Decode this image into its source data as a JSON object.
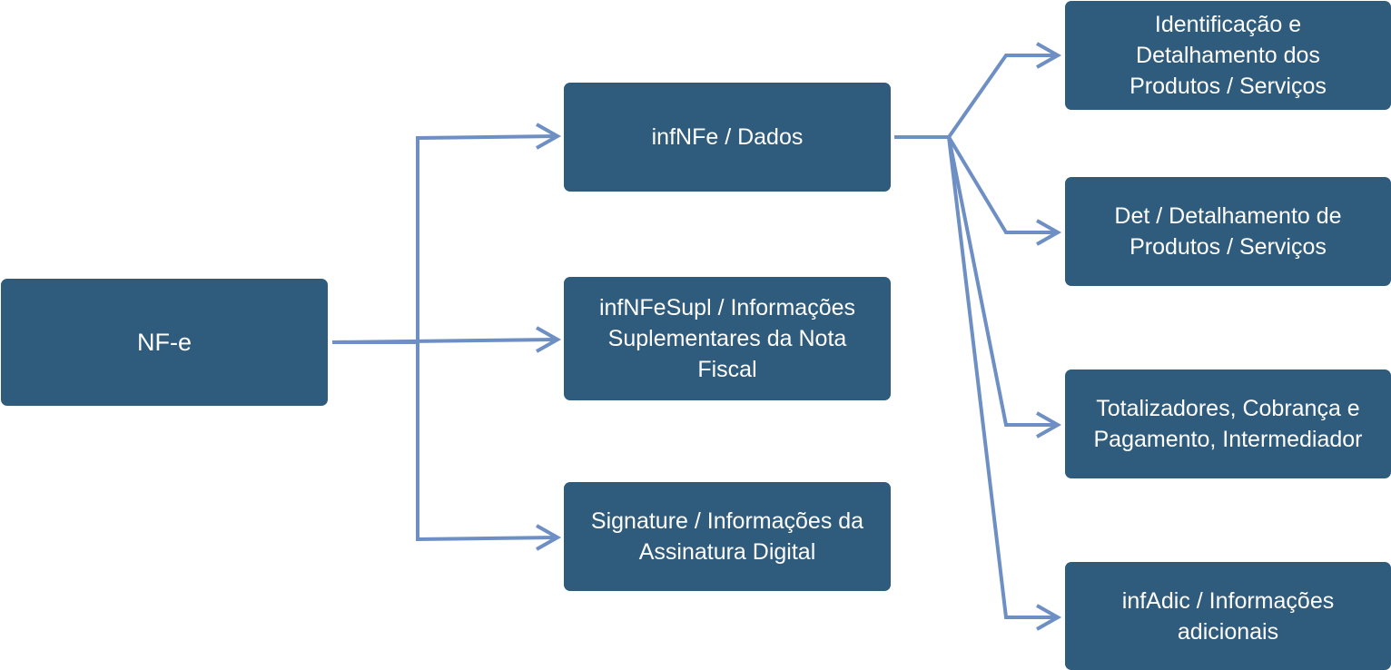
{
  "diagram": {
    "root": {
      "lines": [
        "NF-e"
      ]
    },
    "level1": [
      {
        "lines": [
          "infNFe / Dados"
        ]
      },
      {
        "lines": [
          "infNFeSupl / Informações",
          "Suplementares da Nota",
          "Fiscal"
        ]
      },
      {
        "lines": [
          "Signature / Informações da",
          "Assinatura Digital"
        ]
      }
    ],
    "level2": [
      {
        "lines": [
          "Identificação e",
          "Detalhamento dos",
          "Produtos / Serviços"
        ]
      },
      {
        "lines": [
          "Det / Detalhamento de",
          "Produtos / Serviços"
        ]
      },
      {
        "lines": [
          "Totalizadores, Cobrança e",
          "Pagamento, Intermediador"
        ]
      },
      {
        "lines": [
          "infAdic / Informações",
          "adicionais"
        ]
      }
    ],
    "colors": {
      "node_fill": "#2f5b7c",
      "node_text": "#ffffff",
      "connector": "#6d8fc4"
    }
  }
}
